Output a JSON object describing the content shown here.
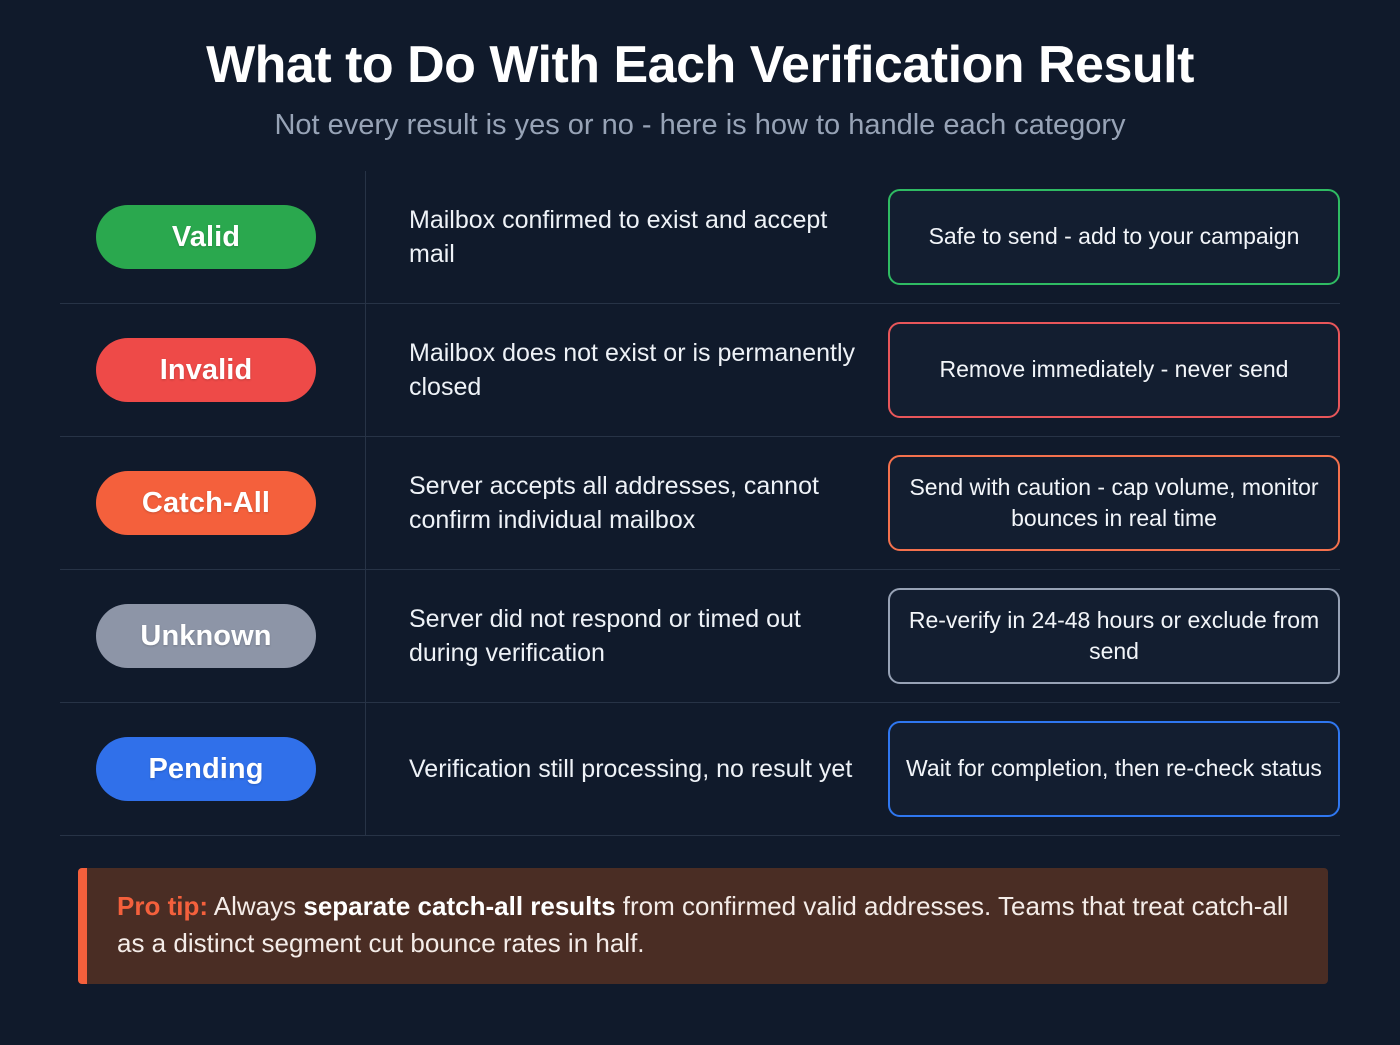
{
  "header": {
    "title": "What to Do With Each Verification Result",
    "subtitle": "Not every result is yes or no - here is how to handle each category"
  },
  "colors": {
    "background": "#101a2b",
    "divider": "#273346",
    "valid": "#2aa84e",
    "invalid": "#ee4a48",
    "catch_all": "#f4603c",
    "unknown": "#8d95a7",
    "pending": "#3070ea",
    "protip_bar": "#f4603c",
    "protip_background": "#4a2d24"
  },
  "rows": [
    {
      "badge": "Valid",
      "description": "Mailbox confirmed to exist and accept mail",
      "action": "Safe to send - add to your campaign"
    },
    {
      "badge": "Invalid",
      "description": "Mailbox does not exist or is permanently closed",
      "action": "Remove immediately - never send"
    },
    {
      "badge": "Catch-All",
      "description": "Server accepts all addresses, cannot confirm individual mailbox",
      "action": "Send with caution - cap volume, monitor bounces in real time"
    },
    {
      "badge": "Unknown",
      "description": "Server did not respond or timed out during verification",
      "action": "Re-verify in 24-48 hours or exclude from send"
    },
    {
      "badge": "Pending",
      "description": "Verification still processing, no result yet",
      "action": "Wait for completion, then re-check status"
    }
  ],
  "protip": {
    "lead": "Pro tip:",
    "text_before": " Always ",
    "highlight": "separate catch-all results",
    "text_after": " from confirmed valid addresses. Teams that treat catch-all as a distinct segment cut bounce rates in half."
  }
}
